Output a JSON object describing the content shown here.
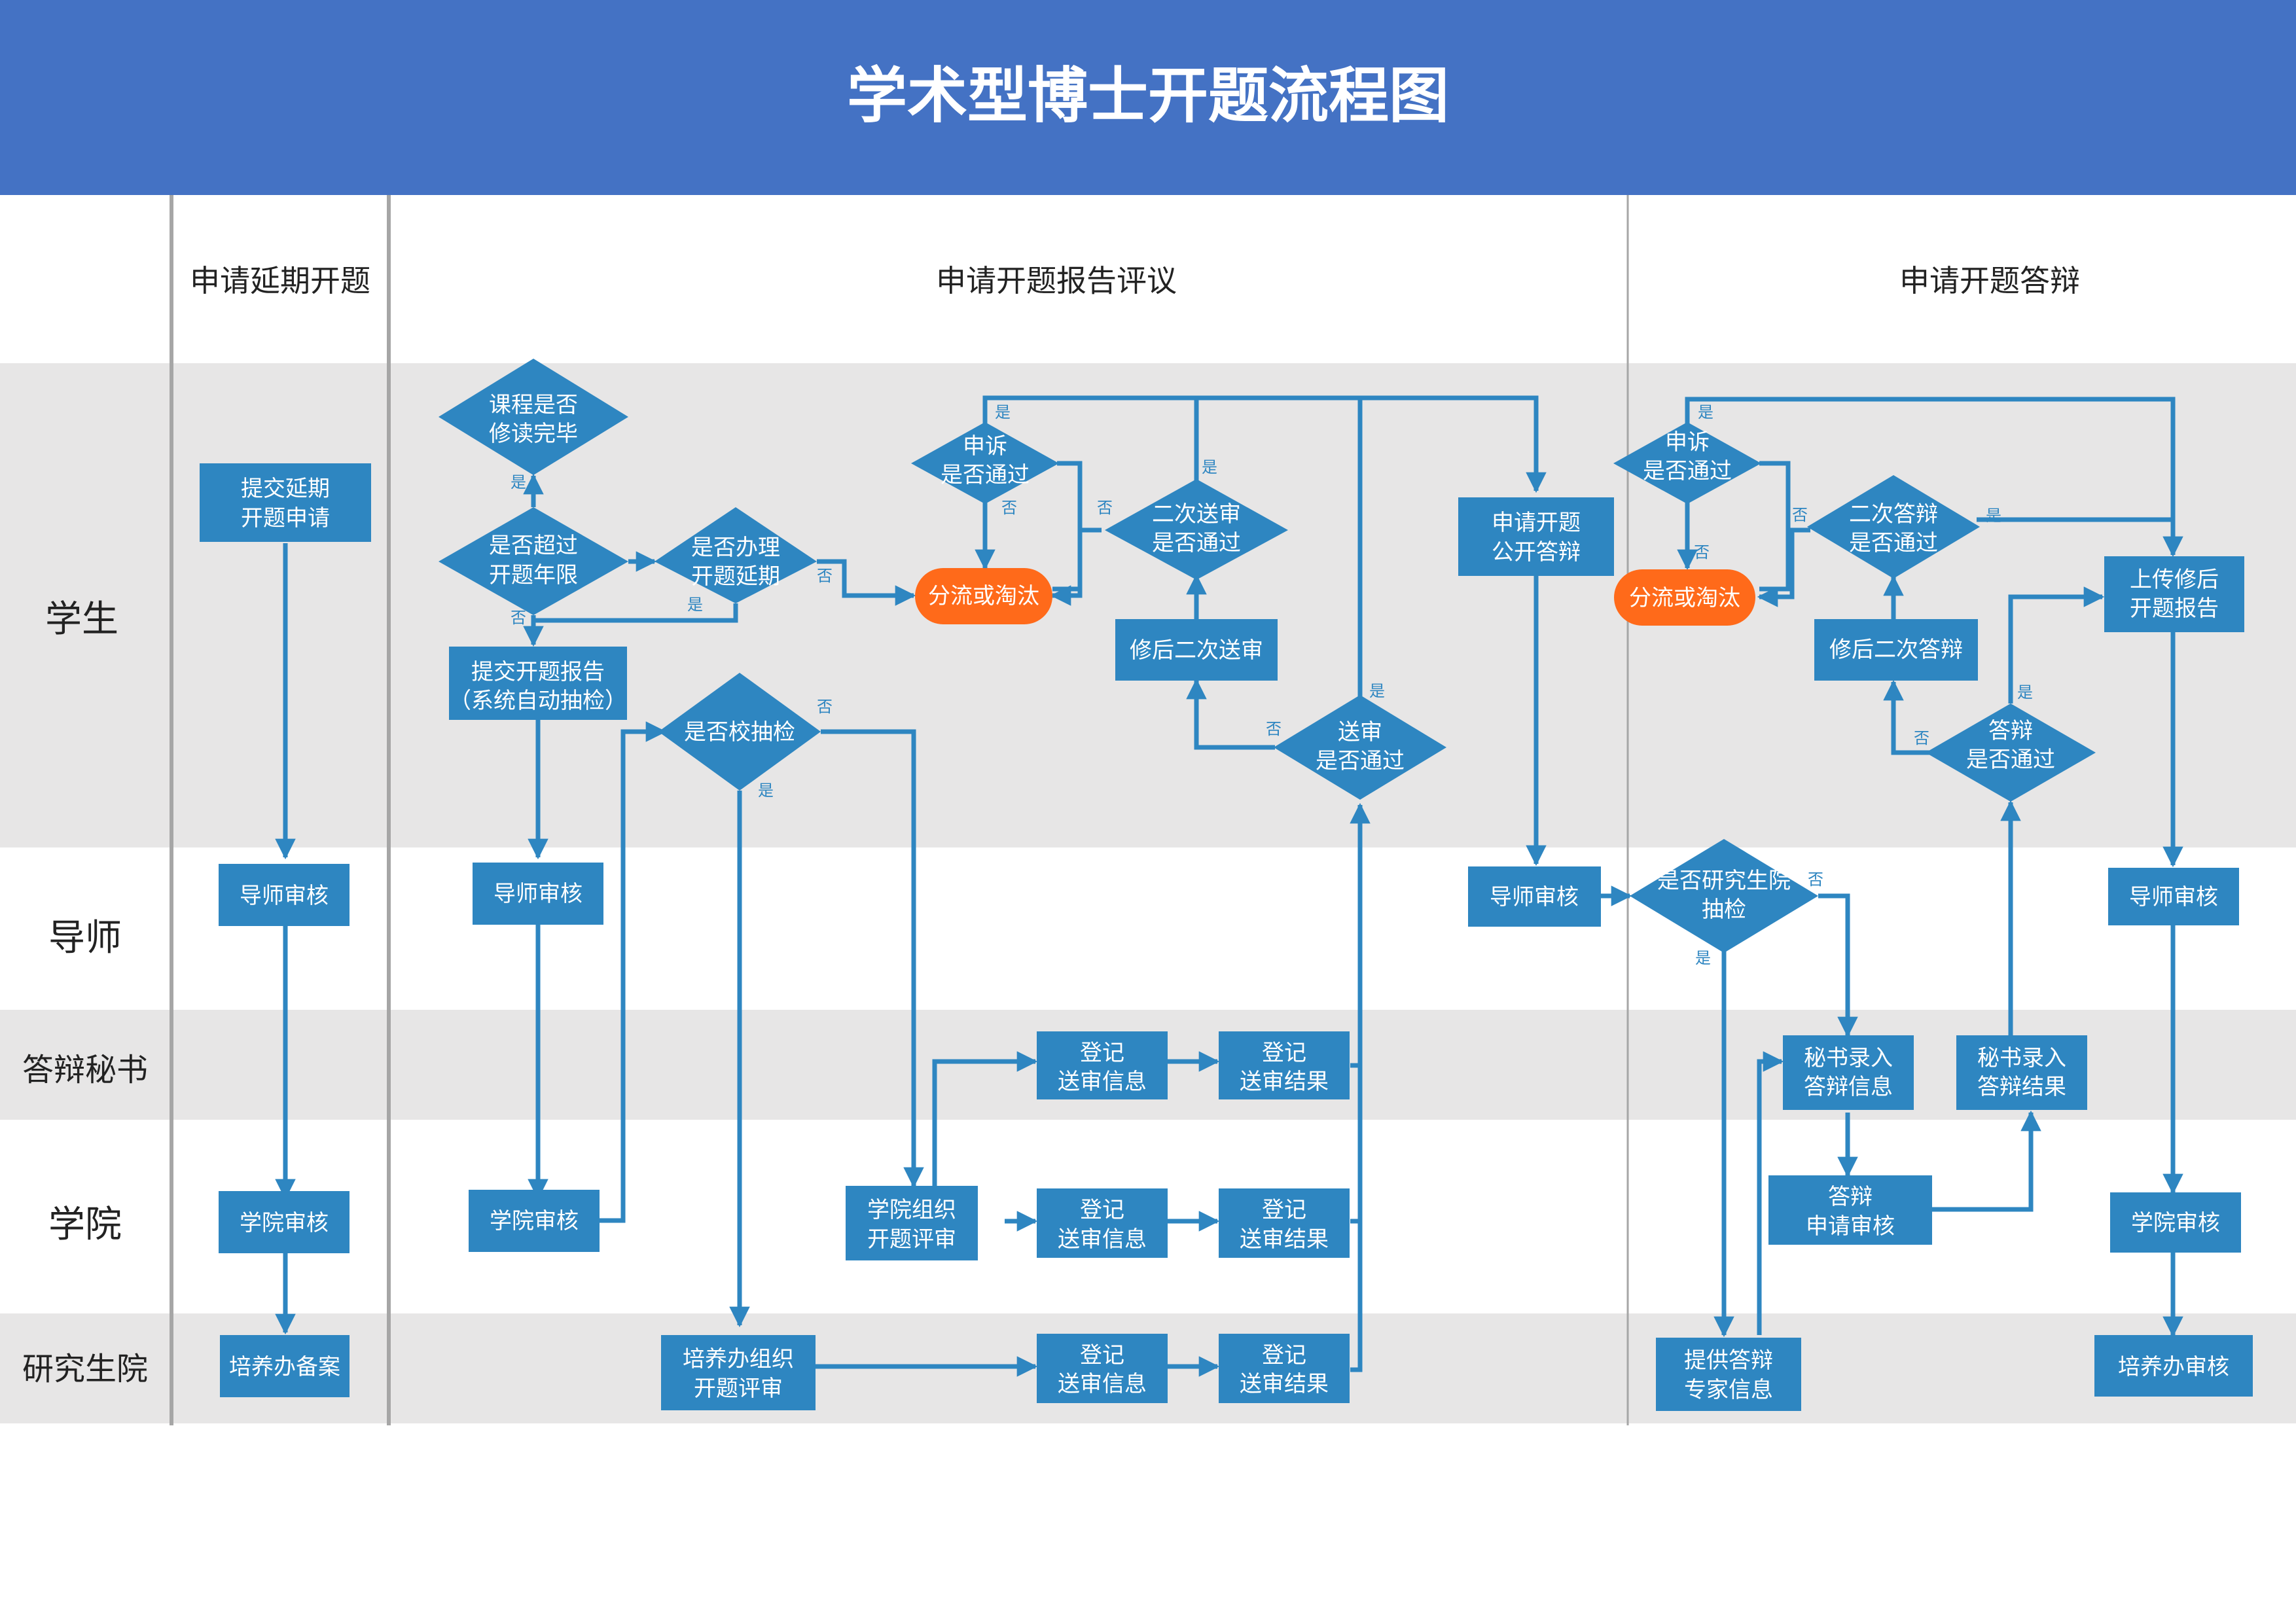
{
  "title": "学术型博士开题流程图",
  "phases": {
    "p1": "申请延期开题",
    "p2": "申请开题报告评议",
    "p3": "申请开题答辩"
  },
  "lanes": {
    "student": "学生",
    "tutor": "导师",
    "secretary": "答辩秘书",
    "college": "学院",
    "graduate_school": "研究生院"
  },
  "nodes": {
    "submit_delay": [
      "提交延期",
      "开题申请"
    ],
    "tutor_review_1": [
      "导师审核"
    ],
    "college_review_1": [
      "学院审核"
    ],
    "office_file": [
      "培养办备案"
    ],
    "course_done": [
      "课程是否",
      "修读完毕"
    ],
    "over_limit": [
      "是否超过",
      "开题年限"
    ],
    "do_delay": [
      "是否办理",
      "开题延期"
    ],
    "submit_report": [
      "提交开题报告",
      "（系统自动抽检）"
    ],
    "tutor_review_2": [
      "导师审核"
    ],
    "college_review_2": [
      "学院审核"
    ],
    "school_check": [
      "是否校抽检"
    ],
    "appeal_1": [
      "申诉",
      "是否通过"
    ],
    "divert_1": [
      "分流或淘汰"
    ],
    "second_review": [
      "二次送审",
      "是否通过"
    ],
    "revise_resubmit": [
      "修后二次送审"
    ],
    "review_pass": [
      "送审",
      "是否通过"
    ],
    "college_organize": [
      "学院组织",
      "开题评审"
    ],
    "office_organize": [
      "培养办组织",
      "开题评审"
    ],
    "reg_info_sec": [
      "登记",
      "送审信息"
    ],
    "reg_result_sec": [
      "登记",
      "送审结果"
    ],
    "reg_info_col": [
      "登记",
      "送审信息"
    ],
    "reg_result_col": [
      "登记",
      "送审结果"
    ],
    "reg_info_gs": [
      "登记",
      "送审信息"
    ],
    "reg_result_gs": [
      "登记",
      "送审结果"
    ],
    "apply_defense": [
      "申请开题",
      "公开答辩"
    ],
    "tutor_review_3": [
      "导师审核"
    ],
    "gs_check": [
      "是否研究生院",
      "抽检"
    ],
    "appeal_2": [
      "申诉",
      "是否通过"
    ],
    "divert_2": [
      "分流或淘汰"
    ],
    "second_defense": [
      "二次答辩",
      "是否通过"
    ],
    "revise_defense": [
      "修后二次答辩"
    ],
    "defense_pass": [
      "答辩",
      "是否通过"
    ],
    "upload_report": [
      "上传修后",
      "开题报告"
    ],
    "sec_defense_info": [
      "秘书录入",
      "答辩信息"
    ],
    "sec_defense_result": [
      "秘书录入",
      "答辩结果"
    ],
    "defense_apply_review": [
      "答辩",
      "申请审核"
    ],
    "expert_info": [
      "提供答辩",
      "专家信息"
    ],
    "tutor_review_4": [
      "导师审核"
    ],
    "college_review_4": [
      "学院审核"
    ],
    "office_review_4": [
      "培养办审核"
    ]
  },
  "labels": {
    "yes": "是",
    "no": "否"
  },
  "colors": {
    "header": "#4472C4",
    "node": "#2E86C1",
    "terminal": "#FF6A1A",
    "lane_shade": "#E7E6E6",
    "divider": "#A6A6A6",
    "text_dark": "#222222",
    "node_text": "#FFFFFF"
  }
}
